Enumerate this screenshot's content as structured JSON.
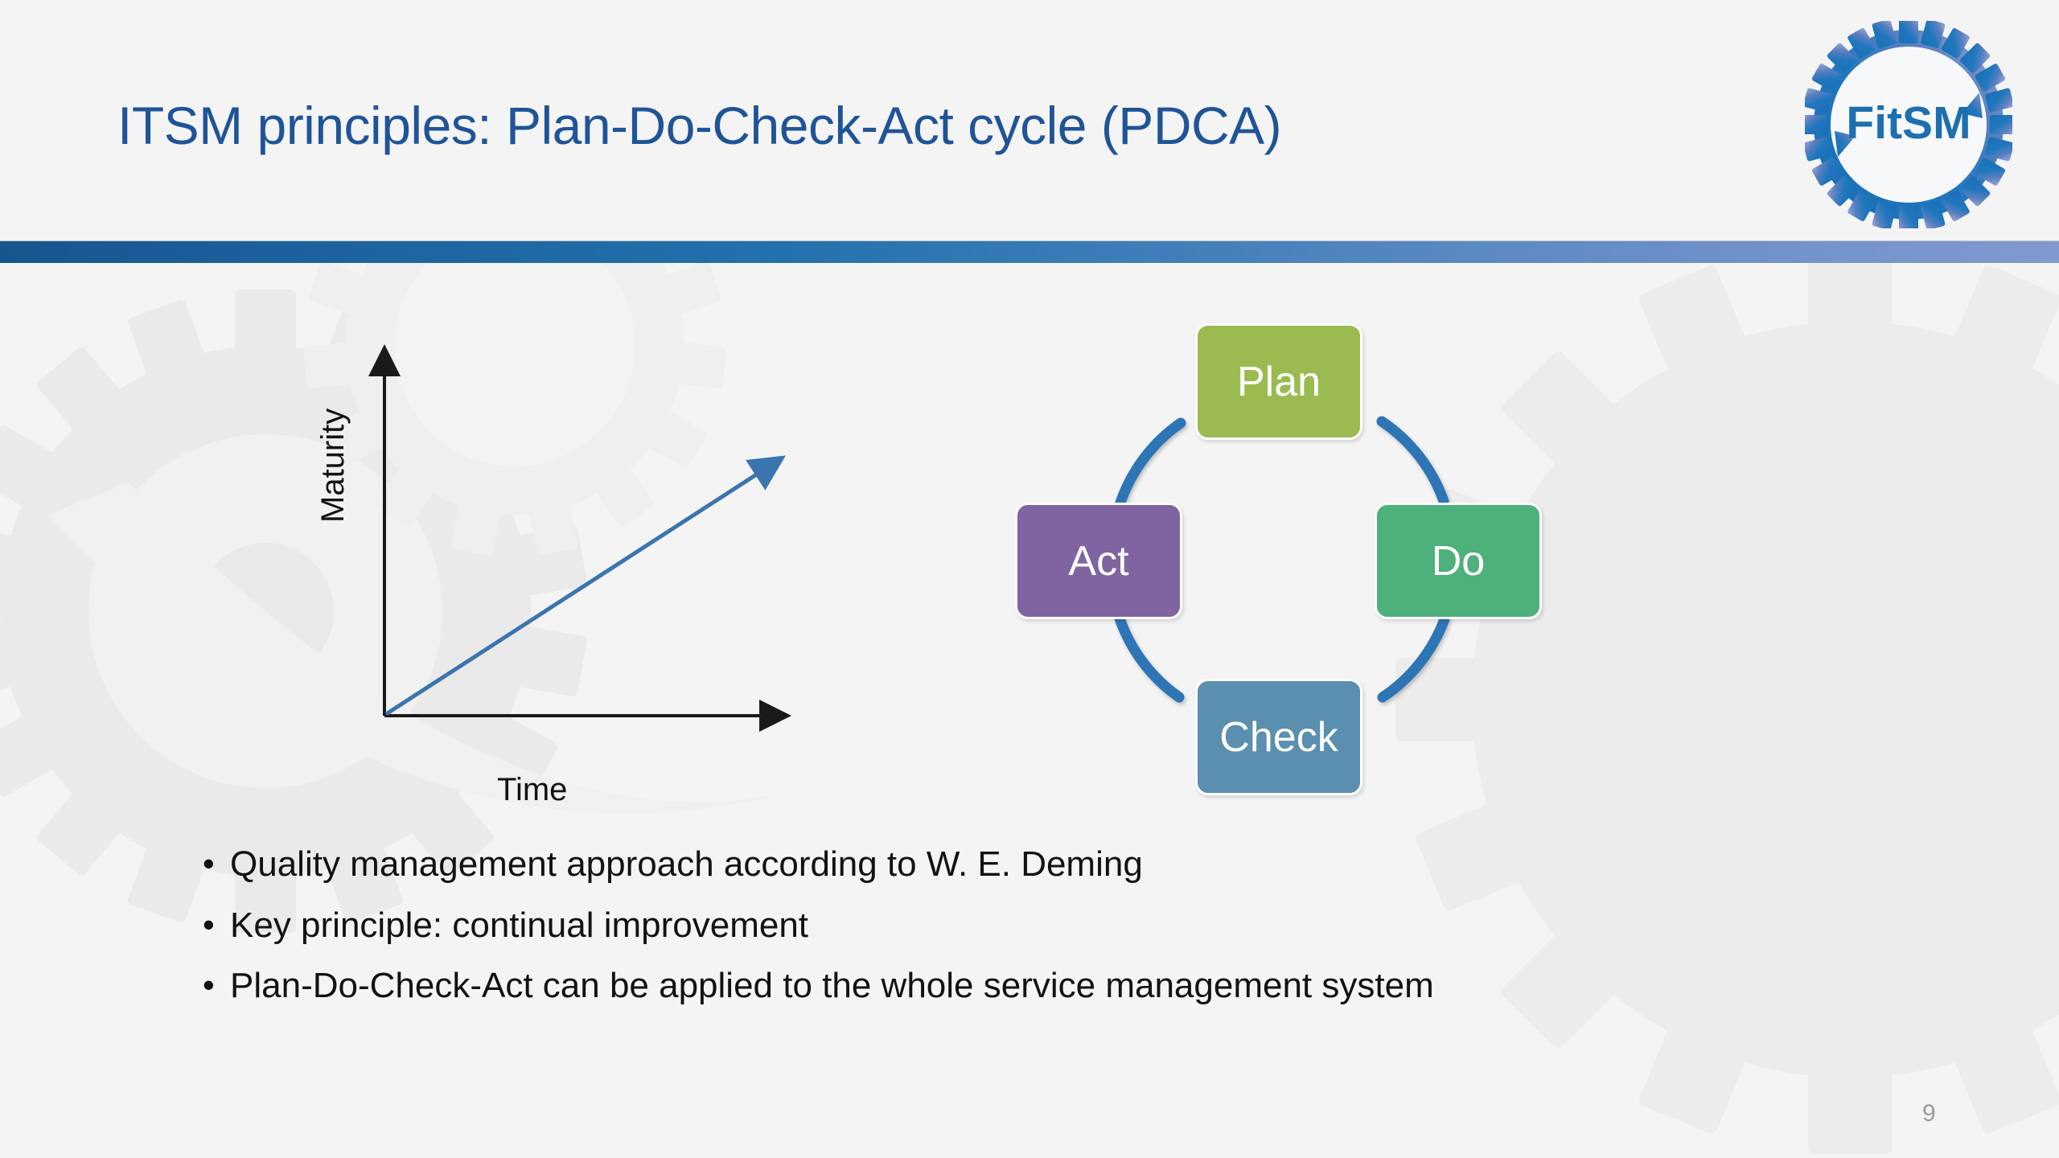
{
  "header": {
    "title": "ITSM principles: Plan-Do-Check-Act cycle (PDCA)",
    "title_color": "#1f5498",
    "logo_text": "FitSM",
    "logo_name": "fitsm-logo-icon"
  },
  "divider": {
    "gradient_start": "#17558f",
    "gradient_end": "#8199cf"
  },
  "chart_data": {
    "type": "line",
    "title": "",
    "xlabel": "Time",
    "ylabel": "Maturity",
    "x": [
      0,
      1
    ],
    "values": [
      0,
      1
    ],
    "series": [
      {
        "name": "Maturity over time",
        "values": [
          0,
          1
        ],
        "color": "#3a75b0"
      }
    ],
    "xlim": [
      0,
      1
    ],
    "ylim": [
      0,
      1
    ],
    "grid": false,
    "legend": false,
    "axis_color": "#1a1a1a",
    "has_axis_arrows": true,
    "has_line_arrow": true,
    "annotation": "Straight rising arrow from origin indicating continual maturity growth over time"
  },
  "pdca": {
    "arc_color": "#2e75b6",
    "boxes": [
      {
        "id": "plan",
        "label": "Plan",
        "color": "#9bbb50",
        "position": "top"
      },
      {
        "id": "do",
        "label": "Do",
        "color": "#4eb07a",
        "position": "right"
      },
      {
        "id": "check",
        "label": "Check",
        "color": "#5b8fb0",
        "position": "bottom"
      },
      {
        "id": "act",
        "label": "Act",
        "color": "#8064a2",
        "position": "left"
      }
    ]
  },
  "bullets": {
    "marker": "•",
    "items": [
      "Quality management approach according to W. E. Deming",
      "Key principle: continual improvement",
      "Plan-Do-Check-Act can be applied to the whole service management system"
    ]
  },
  "footer": {
    "slide_number": "9"
  }
}
